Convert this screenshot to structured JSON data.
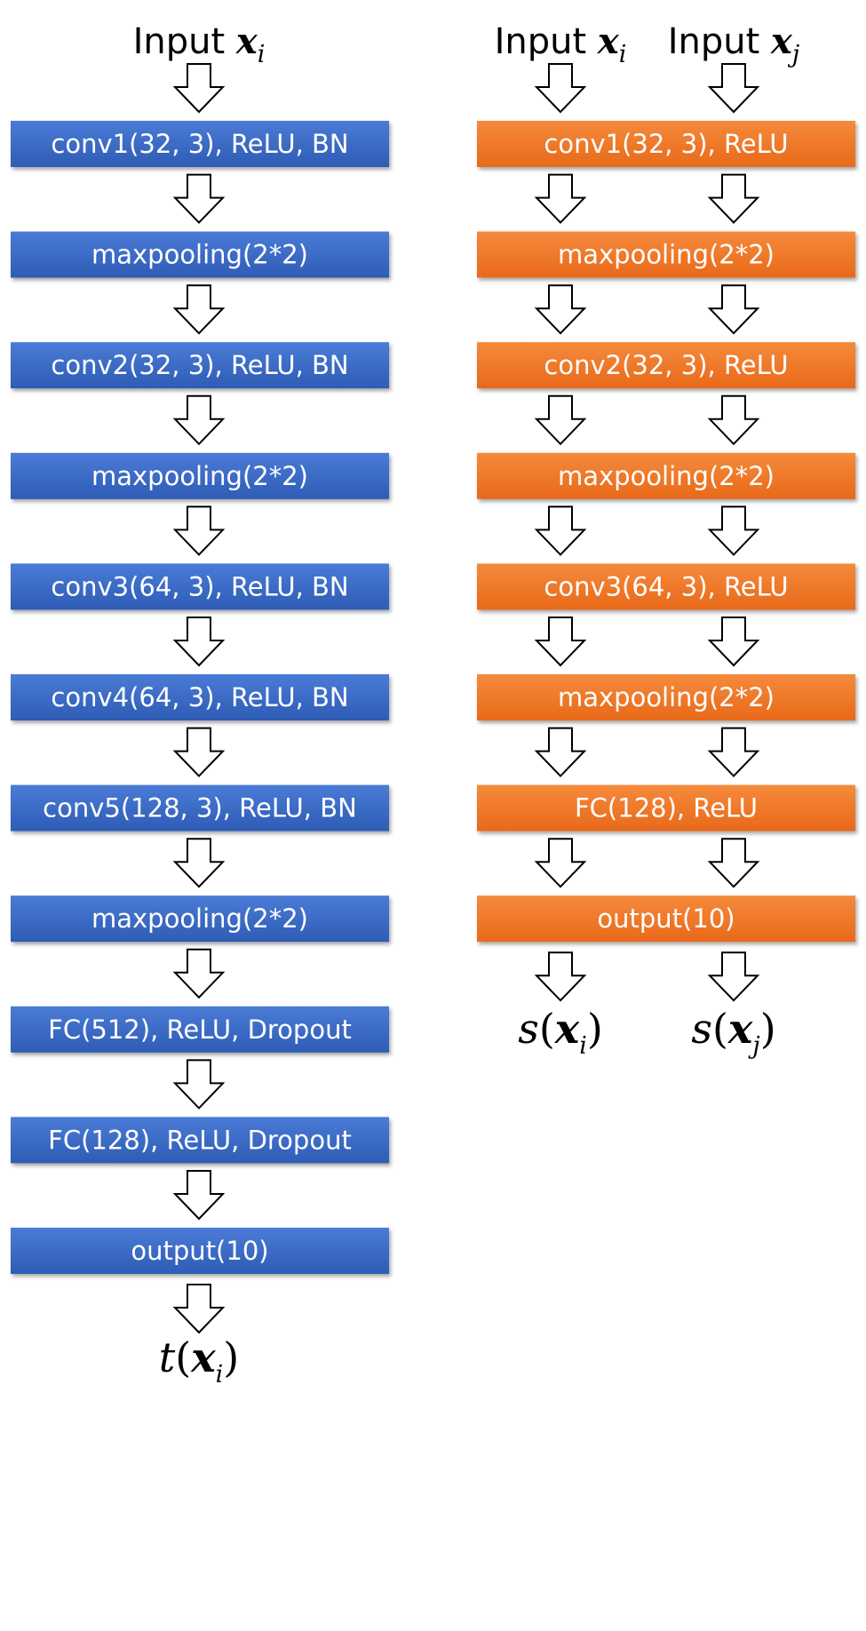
{
  "colors": {
    "teacher_box_top": "#4a7bd6",
    "teacher_box_bottom": "#2e5cb5",
    "student_box_top": "#f58a3c",
    "student_box_bottom": "#e8691a",
    "box_text": "#ffffff",
    "arrow_fill": "#ffffff",
    "arrow_stroke": "#000000"
  },
  "teacher": {
    "input": {
      "word": "Input",
      "var": "x",
      "sub": "i"
    },
    "layers": [
      "conv1(32, 3), ReLU, BN",
      "maxpooling(2*2)",
      "conv2(32, 3), ReLU, BN",
      "maxpooling(2*2)",
      "conv3(64, 3), ReLU, BN",
      "conv4(64, 3), ReLU, BN",
      "conv5(128, 3), ReLU, BN",
      "maxpooling(2*2)",
      "FC(512), ReLU, Dropout",
      "FC(128), ReLU, Dropout",
      "output(10)"
    ],
    "output": {
      "fn": "t",
      "var": "x",
      "sub": "i"
    }
  },
  "student": {
    "inputs": [
      {
        "word": "Input",
        "var": "x",
        "sub": "i"
      },
      {
        "word": "Input",
        "var": "x",
        "sub": "j"
      }
    ],
    "layers": [
      "conv1(32, 3), ReLU",
      "maxpooling(2*2)",
      "conv2(32, 3), ReLU",
      "maxpooling(2*2)",
      "conv3(64, 3), ReLU",
      "maxpooling(2*2)",
      "FC(128), ReLU",
      "output(10)"
    ],
    "outputs": [
      {
        "fn": "s",
        "var": "x",
        "sub": "i"
      },
      {
        "fn": "s",
        "var": "x",
        "sub": "j"
      }
    ]
  }
}
